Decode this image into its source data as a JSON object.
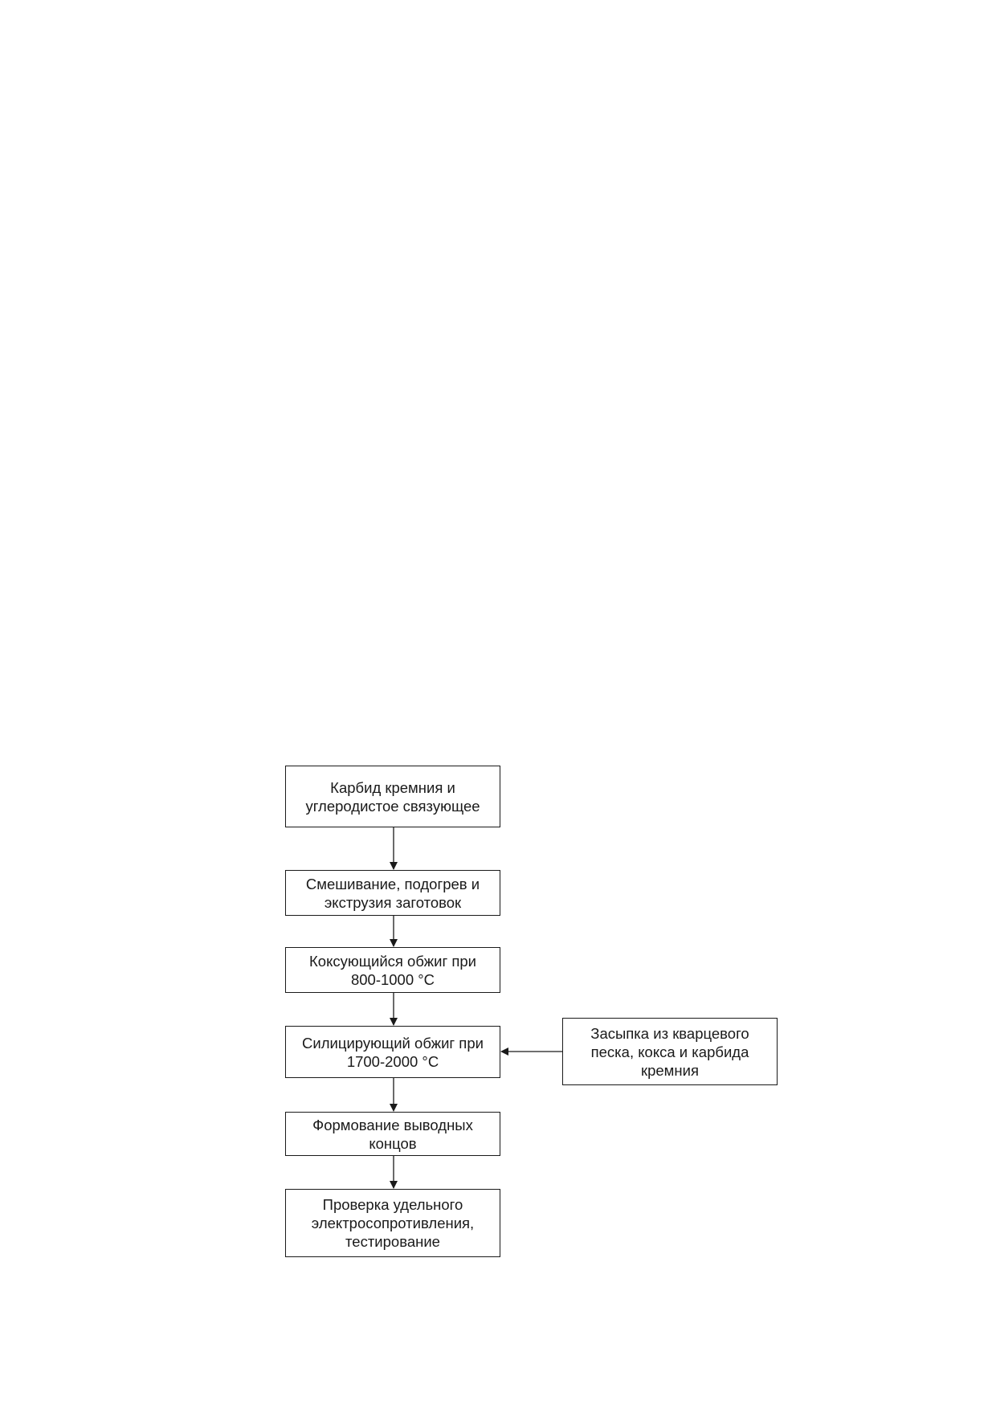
{
  "diagram": {
    "type": "flowchart",
    "line_color": "#1a1a1a",
    "steps": [
      {
        "id": "raw-materials",
        "label": "Карбид кремния и\nуглеродистое связующее"
      },
      {
        "id": "mixing",
        "label": "Смешивание, подогрев и\nэкструзия заготовок"
      },
      {
        "id": "coking-firing",
        "label": "Коксующийся обжиг при\n800-1000 °C"
      },
      {
        "id": "siliconizing-firing",
        "label": "Силицирующий обжиг при\n1700-2000 °C"
      },
      {
        "id": "lead-forming",
        "label": "Формование выводных\nконцов"
      },
      {
        "id": "testing",
        "label": "Проверка удельного\nэлектросопротивления,\nтестирование"
      }
    ],
    "side_input": {
      "id": "backfill",
      "label": "Засыпка из кварцевого\nпеска, кокса и карбида\nкремния",
      "target": "siliconizing-firing"
    },
    "connections": [
      {
        "from": "raw-materials",
        "to": "mixing"
      },
      {
        "from": "mixing",
        "to": "coking-firing"
      },
      {
        "from": "coking-firing",
        "to": "siliconizing-firing"
      },
      {
        "from": "siliconizing-firing",
        "to": "lead-forming"
      },
      {
        "from": "lead-forming",
        "to": "testing"
      },
      {
        "from": "backfill",
        "to": "siliconizing-firing"
      }
    ]
  }
}
